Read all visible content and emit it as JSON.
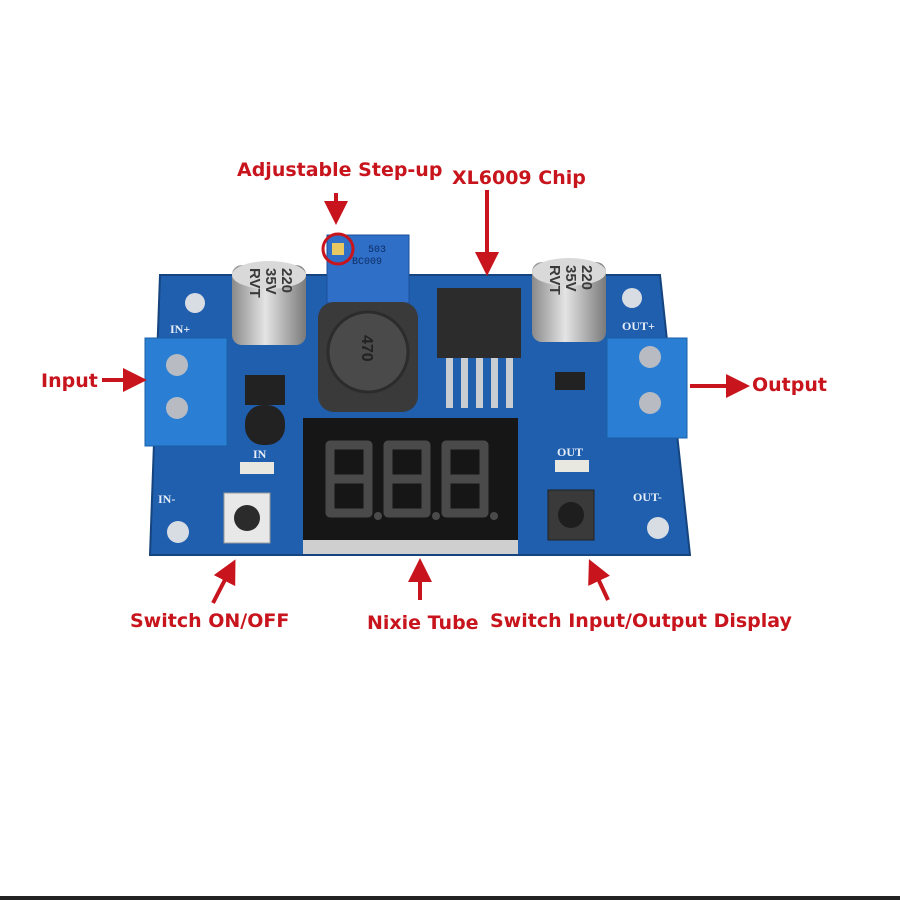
{
  "annotations": {
    "adjustable": "Adjustable Step-up",
    "chip": "XL6009 Chip",
    "input": "Input",
    "output": "Output",
    "switch_onoff": "Switch ON/OFF",
    "nixie": "Nixie Tube",
    "switch_display": "Switch Input/Output Display"
  },
  "board": {
    "in_plus": "IN+",
    "in_minus": "IN-",
    "out_plus": "OUT+",
    "out_minus": "OUT-",
    "in_led": "IN",
    "out_led": "OUT",
    "cap_line1": "220",
    "cap_line2": "35V",
    "cap_line3": "RVT",
    "inductor": "470",
    "pot_line1": "503",
    "pot_line2": "BC009"
  },
  "colors": {
    "annotation": "#c8141c",
    "board": "#1f5fae"
  }
}
